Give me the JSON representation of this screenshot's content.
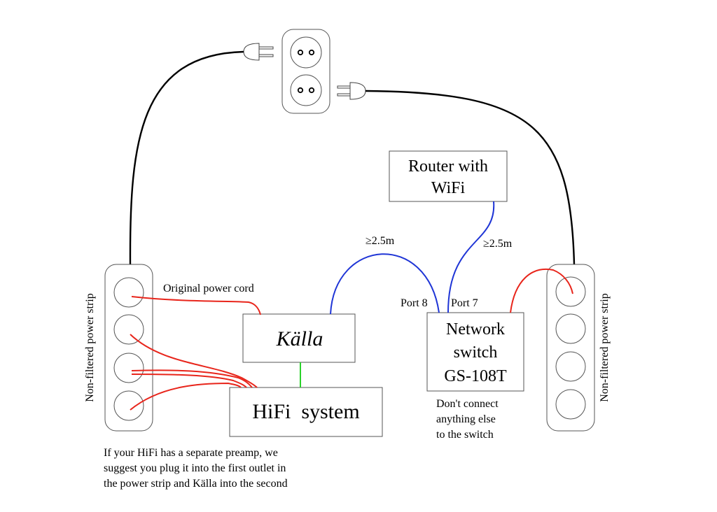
{
  "boxes": {
    "router": [
      "Router with",
      "WiFi"
    ],
    "kalla": "Källa",
    "hifi": "HiFi  system",
    "switch": [
      "Network",
      "switch",
      "GS-108T"
    ]
  },
  "labels": {
    "original_power_cord": "Original power cord",
    "cable_length_1": "≥2.5m",
    "cable_length_2": "≥2.5m",
    "port_8": "Port 8",
    "port_7": "Port 7",
    "left_strip": "Non-filtered power strip",
    "right_strip": "Non-filtered power strip"
  },
  "notes": {
    "switch_note": [
      "Don't connect",
      "anything else",
      "to the switch"
    ],
    "preamp_note": [
      "If your HiFi has a separate preamp, we",
      "suggest you plug it into the first outlet in",
      "the power strip and Källa into the second"
    ]
  },
  "colors": {
    "power_cable": "#e8251b",
    "network_cable": "#1f35d6",
    "link_cable": "#2ad12a",
    "mains_cable": "#000000",
    "outline": "#555555"
  }
}
